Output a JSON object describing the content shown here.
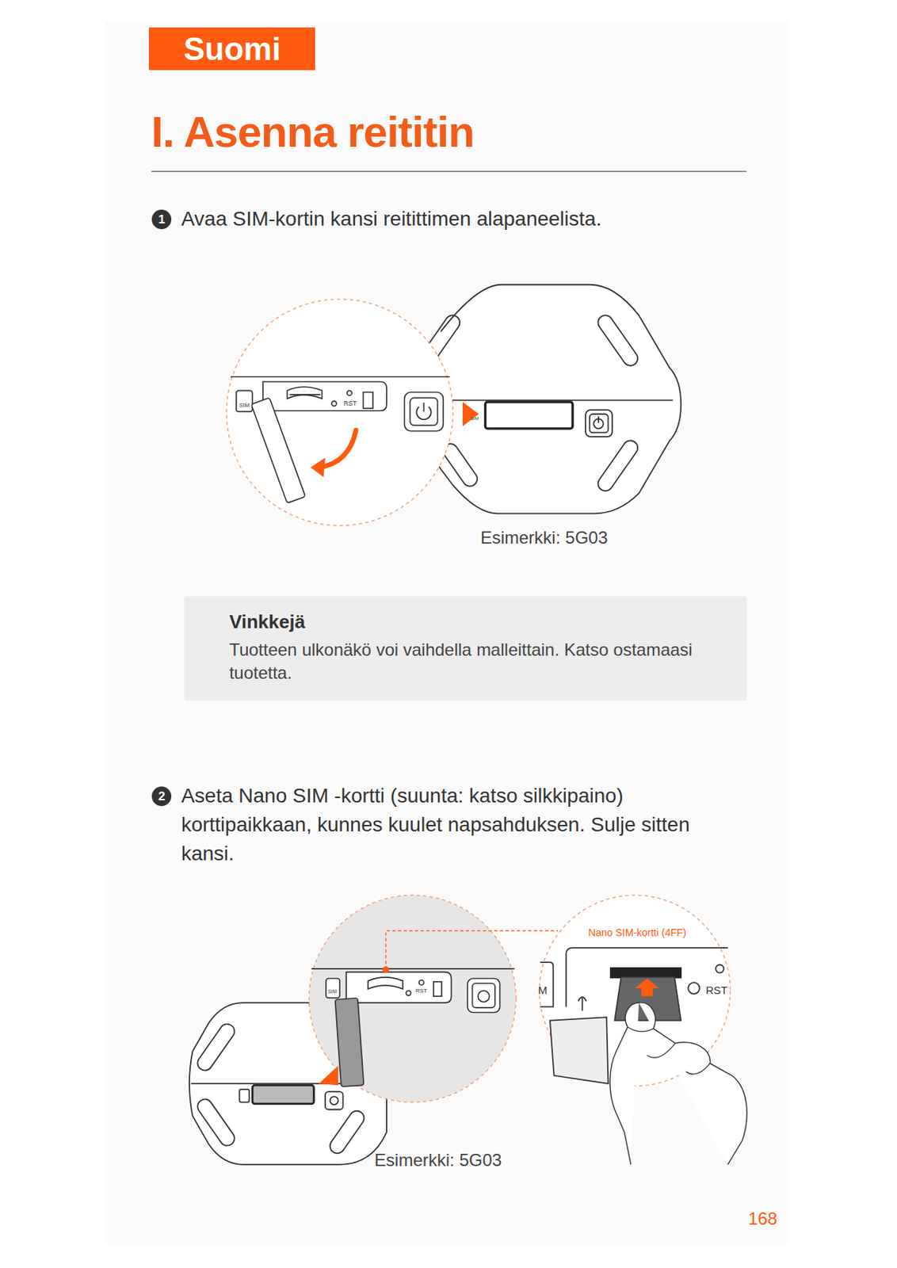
{
  "diagram": {
    "title": "I. Asenna reititin",
    "nodes": [
      {
        "text": [
          "Suomi"
        ]
      },
      {
        "text": [
          "1"
        ]
      },
      {
        "text": [
          "Vinkkejä",
          "Tuotteen ulkonäkö voi vaihdella malleittain. Katso ostamaasi tuotetta."
        ]
      },
      {
        "text": [
          "2"
        ]
      }
    ],
    "labels": [
      "Avaa SIM-kortin kansi reitittimen alapaneelista.",
      "SIM",
      "RST",
      "SIM",
      "Esimerkki: 5G03",
      "Aseta Nano SIM -kortti (suunta: katso silkkipaino) korttipaikkaan, kunnes kuulet napsahduksen. Sulje sitten kansi.",
      "SIM",
      "RST",
      "Nano SIM-kortti (4FF)",
      "M",
      "RST",
      "Esimerkki: 5G03",
      "168"
    ]
  }
}
